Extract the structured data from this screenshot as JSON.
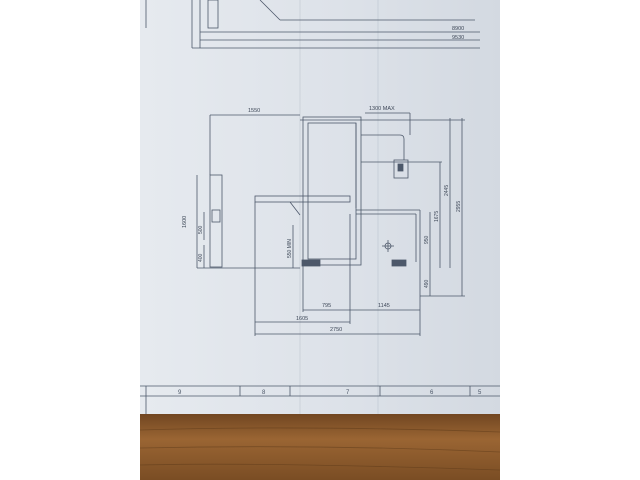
{
  "colors": {
    "paper": "#dfe4ea",
    "paper_shadow": "#c9d0d9",
    "line": "#4d586a",
    "wood": "#8a5a2c",
    "wood_dark": "#5a3718",
    "background": "#ffffff"
  },
  "dimensions": {
    "top_total_a": "8900",
    "top_total_b": "9530",
    "width_left": "1550",
    "width_max": "1300 MAX",
    "height_1600": "1600",
    "height_500": "500",
    "height_400": "400",
    "height_550_min": "550 MIN",
    "height_2445": "2445",
    "height_2955": "2955",
    "height_1675": "1675",
    "height_950": "950",
    "height_490": "490",
    "width_795": "795",
    "width_1145": "1145",
    "width_1605": "1605",
    "width_2750": "2750"
  },
  "zones": [
    "9",
    "8",
    "7",
    "6",
    "5"
  ]
}
